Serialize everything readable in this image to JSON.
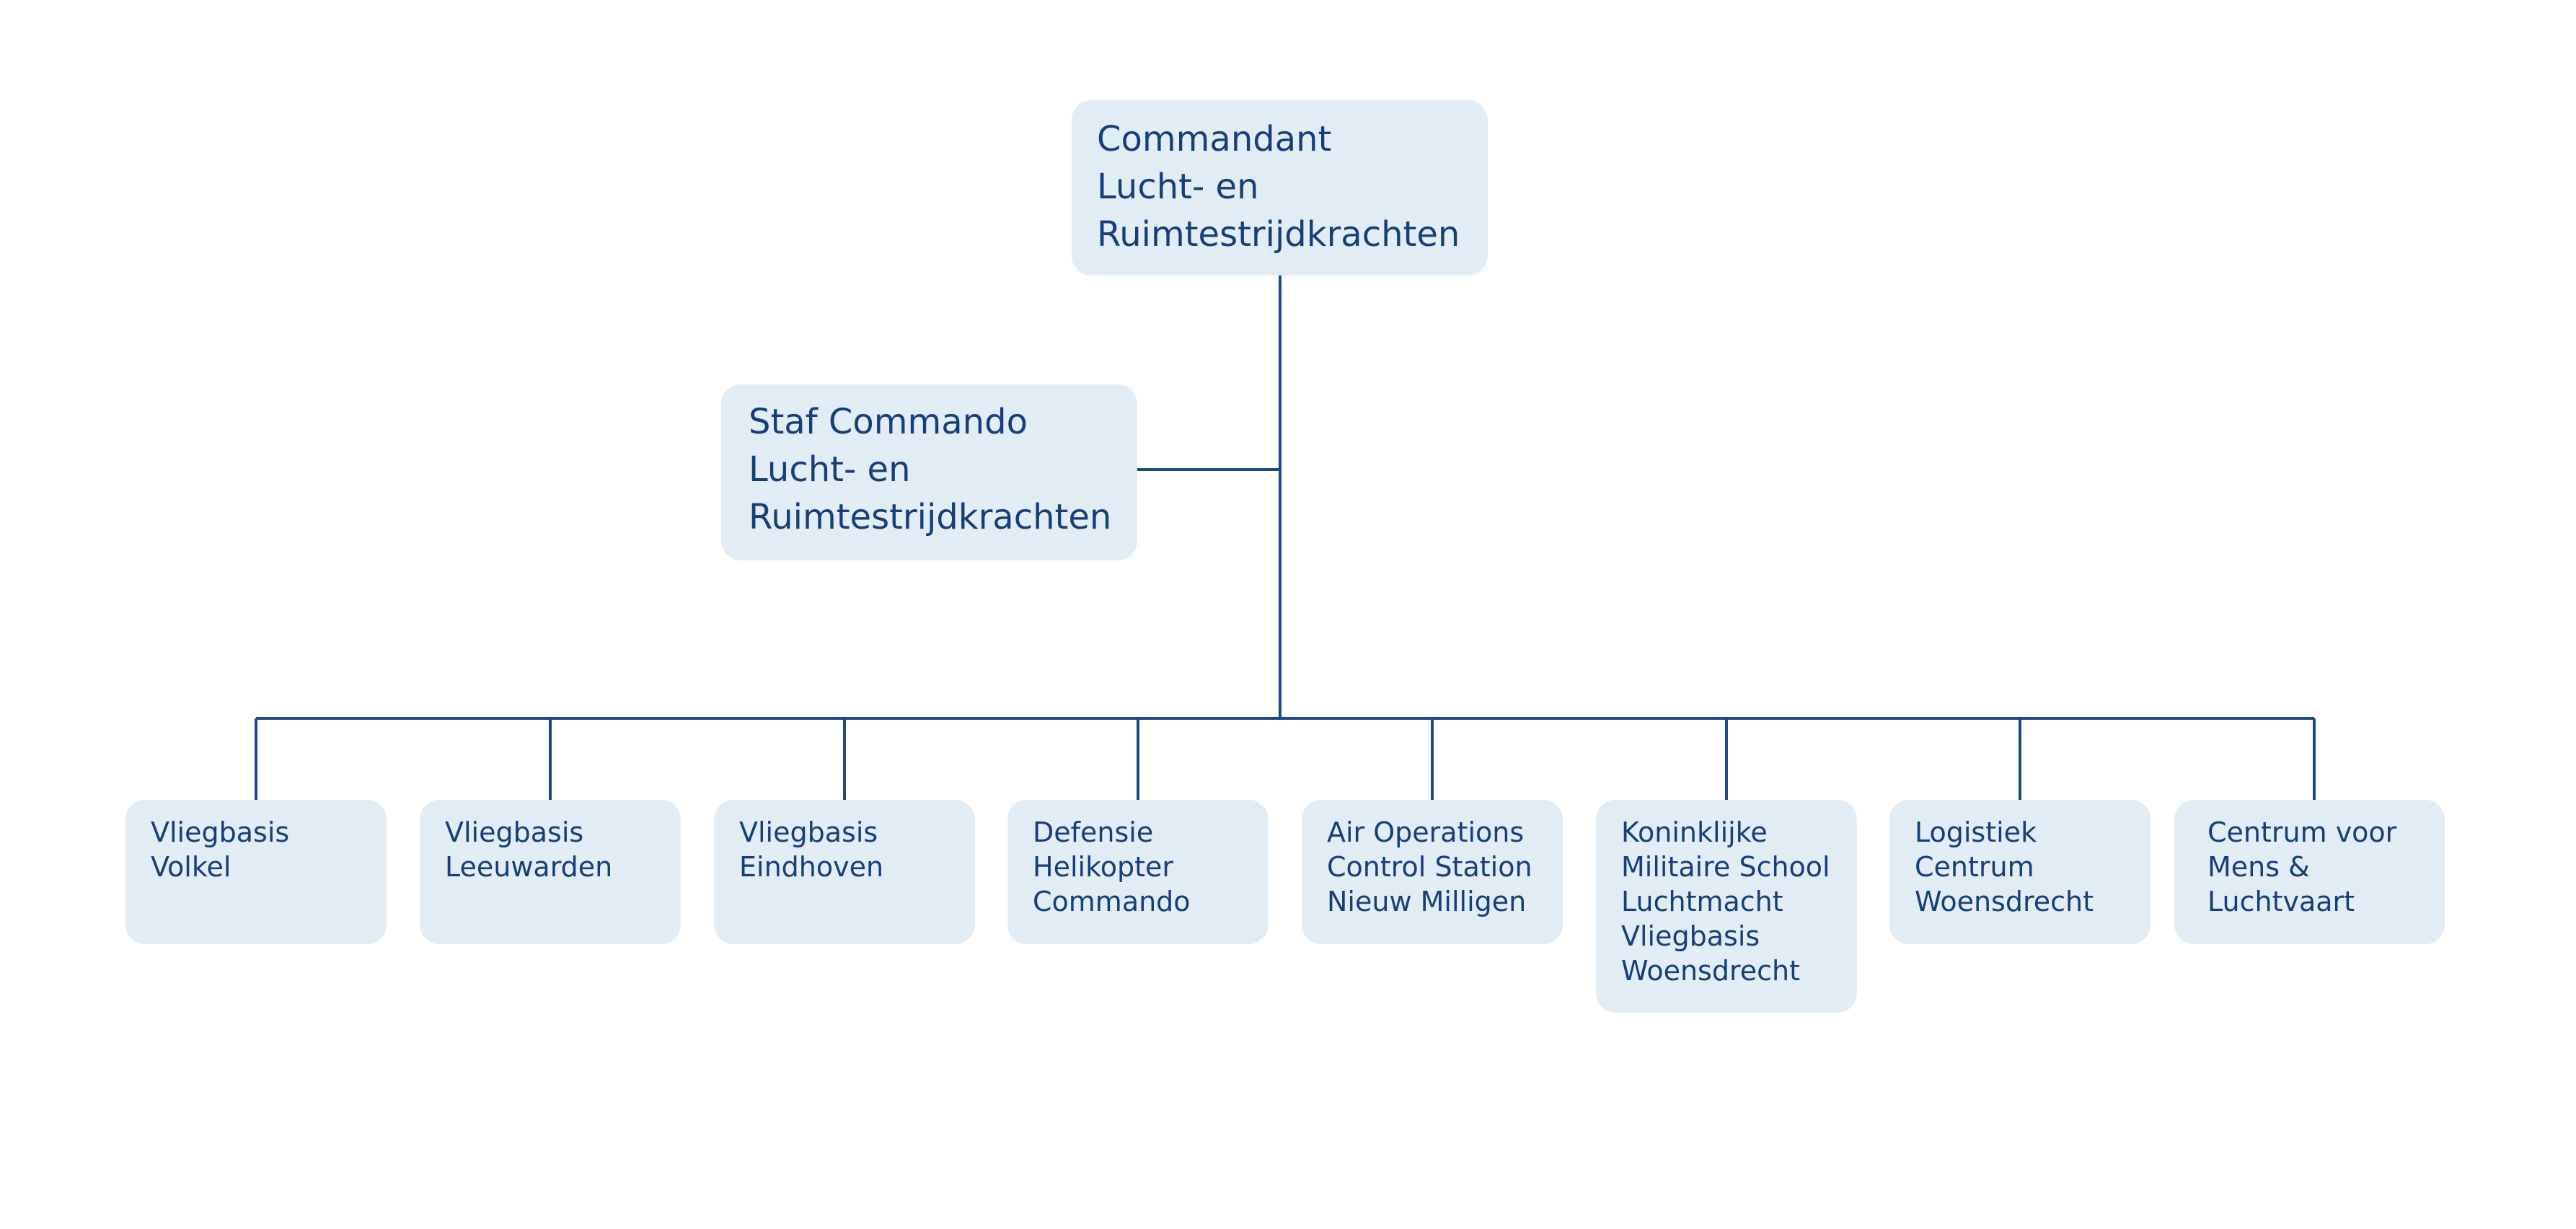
{
  "commander": {
    "text": "Commandant\nLucht- en\nRuimtestrijdkrachten"
  },
  "staff": {
    "text": "Staf Commando\nLucht- en\nRuimtestrijdkrachten"
  },
  "units": [
    {
      "text": "Vliegbasis\nVolkel"
    },
    {
      "text": "Vliegbasis\nLeeuwarden"
    },
    {
      "text": "Vliegbasis\nEindhoven"
    },
    {
      "text": "Defensie\nHelikopter\nCommando"
    },
    {
      "text": "Air Operations\nControl Station\nNieuw Milligen"
    },
    {
      "text": "Koninklijke\nMilitaire School\nLuchtmacht\nVliegbasis\nWoensdrecht"
    },
    {
      "text": "Logistiek\nCentrum\nWoensdrecht"
    },
    {
      "text": "Centrum voor\nMens &\nLuchtvaart"
    }
  ],
  "colors": {
    "box_fill": "#e1ecf4",
    "line": "#1d4a85",
    "text": "#173e78"
  }
}
